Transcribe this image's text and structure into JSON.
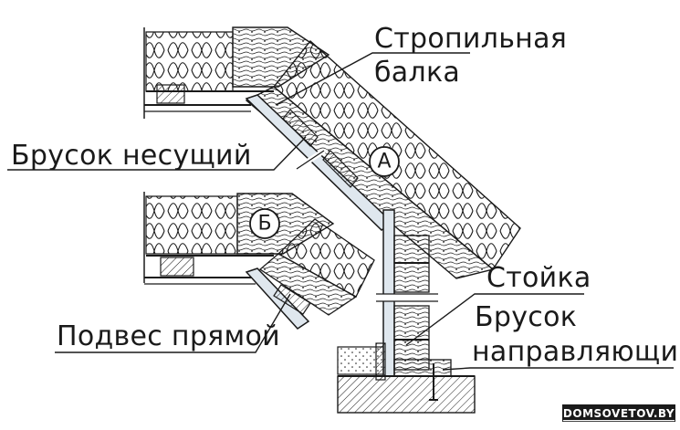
{
  "labels": {
    "rafter_beam_line1": "Стропильная",
    "rafter_beam_line2": "балка",
    "load_bearing_bar": "Брусок несущий",
    "straight_hanger": "Подвес прямой",
    "post": "Стойка",
    "guide_bar_line1": "Брусок",
    "guide_bar_line2": "направляющий"
  },
  "detail_markers": {
    "a": "А",
    "b": "Б"
  },
  "watermark": "DOMSOVETOV.BY",
  "colors": {
    "line": "#1a1a1a",
    "profile_fill": "#dfe7ee",
    "background": "#ffffff"
  }
}
